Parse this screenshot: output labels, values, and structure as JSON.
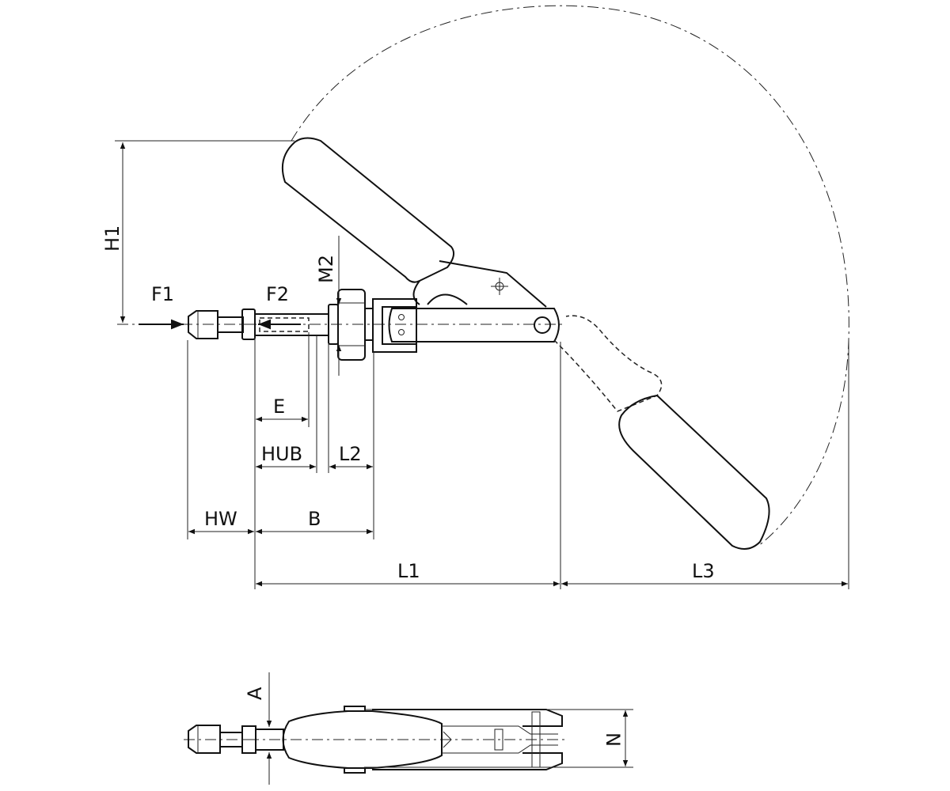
{
  "labels": {
    "h1": "H1",
    "f1": "F1",
    "f2": "F2",
    "m2": "M2",
    "e": "E",
    "hub": "HUB",
    "l2": "L2",
    "hw": "HW",
    "b": "B",
    "l1": "L1",
    "l3": "L3",
    "a": "A",
    "n": "N"
  }
}
